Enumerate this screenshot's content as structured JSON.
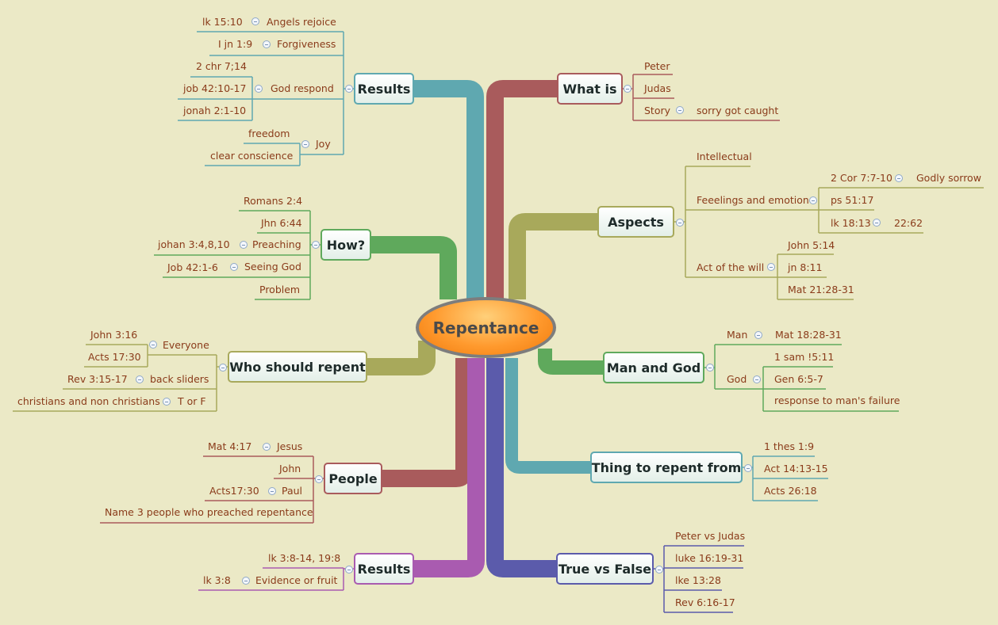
{
  "central_topic": "Repentance",
  "colors": {
    "background": "#ebe9c6",
    "branch_what_is": "#a95b5c",
    "branch_results_top": "#5fa8b0",
    "branch_aspects": "#a8a95b",
    "branch_how": "#5fa95c",
    "branch_who": "#a8a95b",
    "branch_man_and_god": "#5fa95c",
    "branch_thing": "#5fa8b0",
    "branch_people": "#a95b5c",
    "branch_results_bottom": "#a95bb0",
    "branch_true_false": "#5b5bab",
    "text": "#8a3b1a"
  },
  "branches": {
    "what_is": {
      "label": "What is",
      "children": [
        "Peter",
        "Judas",
        "Story"
      ],
      "story_child": "sorry got caught"
    },
    "results_top": {
      "label": "Results",
      "angels_ref": "lk 15:10",
      "angels": "Angels rejoice",
      "forgiveness_ref": "I jn 1:9",
      "forgiveness": "Forgiveness",
      "god_respond": "God respond",
      "god_respond_refs": [
        "2 chr 7;14",
        "job 42:10-17",
        "jonah 2:1-10"
      ],
      "joy": "Joy",
      "joy_children": [
        "freedom",
        "clear conscience"
      ]
    },
    "aspects": {
      "label": "Aspects",
      "intellectual": "Intellectual",
      "feelings": "Feeelings and emotion",
      "cor_ref": "2 Cor 7:7-10",
      "godly_sorrow": "Godly sorrow",
      "ps_ref": "ps 51:17",
      "lk_ref": "lk 18:13",
      "lk_child": "22:62",
      "will": "Act of the will",
      "will_refs": [
        "John 5:14",
        "jn 8:11",
        "Mat 21:28-31"
      ]
    },
    "how": {
      "label": "How?",
      "romans": "Romans 2:4",
      "jhn": "Jhn 6:44",
      "preaching_ref": "johan  3:4,8,10",
      "preaching": "Preaching",
      "seeing_ref": "Job 42:1-6",
      "seeing": "Seeing God",
      "problem": "Problem"
    },
    "who": {
      "label": "Who should repent",
      "everyone": "Everyone",
      "everyone_refs": [
        "John 3:16",
        "Acts 17:30"
      ],
      "back_ref": "Rev 3:15-17",
      "back_sliders": "back sliders",
      "christians": "christians and non christians",
      "torf": "T or F"
    },
    "man_and_god": {
      "label": "Man and God",
      "man": "Man",
      "man_ref": "Mat 18:28-31",
      "god": "God",
      "god_children": [
        "1 sam !5:11",
        "Gen 6:5-7",
        "response to man's failure"
      ]
    },
    "thing": {
      "label": "Thing to repent from",
      "children": [
        "1 thes 1:9",
        "Act 14:13-15",
        "Acts 26:18"
      ]
    },
    "people": {
      "label": "People",
      "jesus_ref": "Mat 4:17",
      "jesus": "Jesus",
      "john": "John",
      "paul_ref": "Acts17:30",
      "paul": "Paul",
      "name3": "Name 3 people who preached repentance"
    },
    "results_bottom": {
      "label": "Results",
      "ref1": "lk 3:8-14, 19:8",
      "fruit_ref": "lk 3:8",
      "fruit": "Evidence or fruit"
    },
    "true_false": {
      "label": "True vs False",
      "children": [
        "Peter vs Judas",
        "luke 16:19-31",
        "lke 13:28",
        "Rev 6:16-17"
      ]
    }
  }
}
